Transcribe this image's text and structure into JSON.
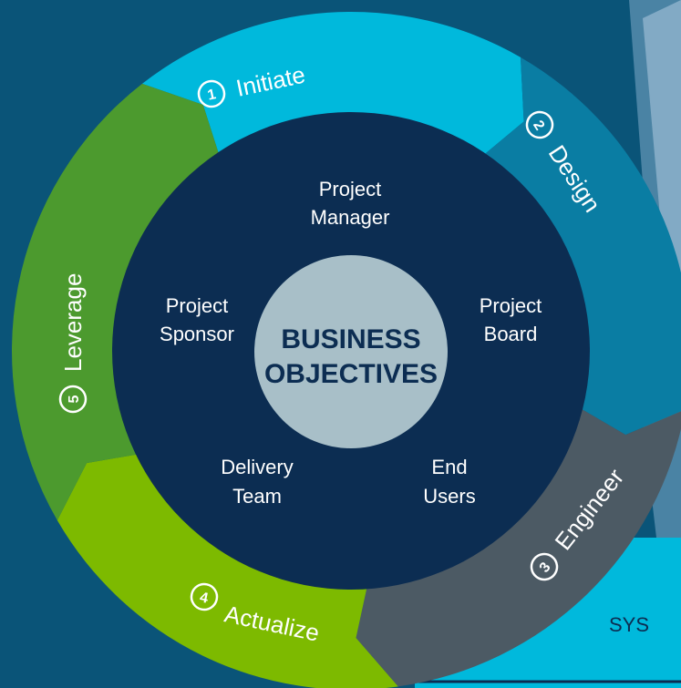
{
  "phases": [
    {
      "number": "1",
      "label": "Initiate",
      "color": "#00b9dc"
    },
    {
      "number": "2",
      "label": "Design",
      "color": "#0a7da3"
    },
    {
      "number": "3",
      "label": "Engineer",
      "color": "#4c5a64"
    },
    {
      "number": "4",
      "label": "Actualize",
      "color": "#7dba00"
    },
    {
      "number": "5",
      "label": "Leverage",
      "color": "#4c9a2e"
    }
  ],
  "roles": {
    "project_manager": [
      "Project",
      "Manager"
    ],
    "project_board": [
      "Project",
      "Board"
    ],
    "end_users": [
      "End",
      "Users"
    ],
    "delivery_team": [
      "Delivery",
      "Team"
    ],
    "project_sponsor": [
      "Project",
      "Sponsor"
    ]
  },
  "center": {
    "line1": "BUSINESS",
    "line2": "OBJECTIVES"
  },
  "corner_text": "SYS",
  "colors": {
    "background": "#0a5478",
    "inner_disc": "#0c2d52",
    "center_circle": "#a8bfc8",
    "text_light": "#ffffff"
  }
}
